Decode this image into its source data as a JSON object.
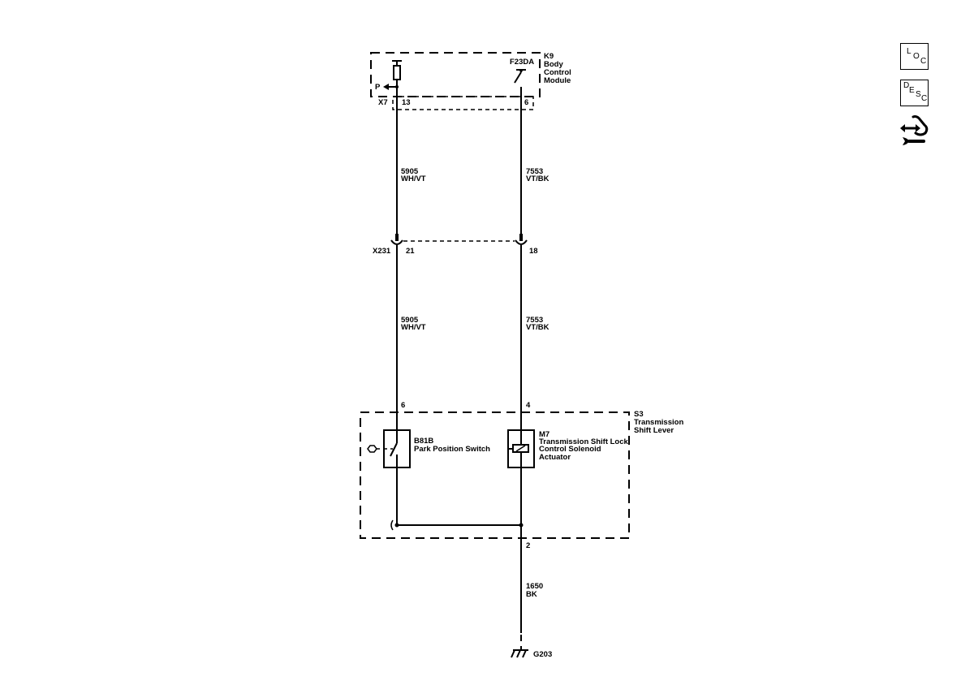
{
  "diagram": {
    "k9": {
      "ref": "K9",
      "name_lines": [
        "Body",
        "Control",
        "Module"
      ],
      "fuse_label": "F23DA",
      "p_label": "P",
      "connector": "X7",
      "pin_left": "13",
      "pin_right": "6"
    },
    "wires_upper": [
      {
        "circuit": "5905",
        "color": "WH/VT"
      },
      {
        "circuit": "7553",
        "color": "VT/BK"
      }
    ],
    "x231": {
      "connector": "X231",
      "pin_left": "21",
      "pin_right": "18"
    },
    "wires_lower": [
      {
        "circuit": "5905",
        "color": "WH/VT"
      },
      {
        "circuit": "7553",
        "color": "VT/BK"
      }
    ],
    "s3": {
      "ref": "S3",
      "name_lines": [
        "Transmission",
        "Shift Lever"
      ],
      "pin_left": "6",
      "pin_right": "4",
      "pin_ground": "2"
    },
    "b81b": {
      "ref": "B81B",
      "name": "Park Position Switch"
    },
    "m7": {
      "ref": "M7",
      "name_lines": [
        "Transmission Shift Lock",
        "Control Solenoid",
        "Actuator"
      ]
    },
    "ground_wire": {
      "circuit": "1650",
      "color": "BK"
    },
    "ground": {
      "ref": "G203"
    }
  },
  "nav": {
    "loc": {
      "letters": [
        "L",
        "O",
        "C"
      ]
    },
    "desc": {
      "letters": [
        "D",
        "E",
        "S",
        "C"
      ]
    },
    "connector_icon": "connector-repair-icon"
  }
}
